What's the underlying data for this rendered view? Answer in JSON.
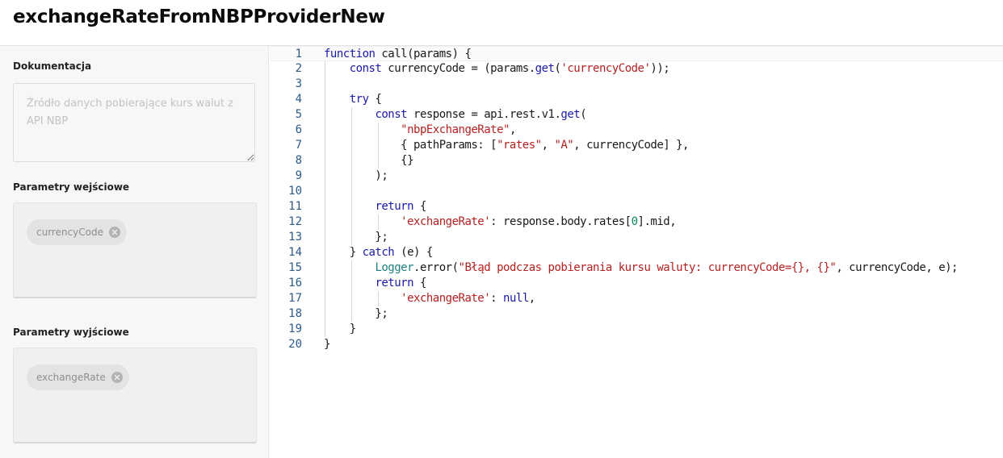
{
  "page": {
    "title": "exchangeRateFromNBPProviderNew"
  },
  "sidebar": {
    "documentation": {
      "label": "Dokumentacja",
      "placeholder": "Źródło danych pobierające kurs walut z API NBP",
      "value": ""
    },
    "inputs": {
      "label": "Parametry wejściowe",
      "chips": [
        "currencyCode"
      ]
    },
    "outputs": {
      "label": "Parametry wyjściowe",
      "chips": [
        "exchangeRate"
      ]
    }
  },
  "editor": {
    "language": "javascript",
    "line_numbers": [
      "1",
      "2",
      "3",
      "4",
      "5",
      "6",
      "7",
      "8",
      "9",
      "10",
      "11",
      "12",
      "13",
      "14",
      "15",
      "16",
      "17",
      "18",
      "19",
      "20"
    ],
    "lines": [
      "function call(params) {",
      "    const currencyCode = (params.get('currencyCode'));",
      "",
      "    try {",
      "        const response = api.rest.v1.get(",
      "            \"nbpExchangeRate\",",
      "            { pathParams: [\"rates\", \"A\", currencyCode] },",
      "            {}",
      "        );",
      "",
      "        return {",
      "            'exchangeRate': response.body.rates[0].mid,",
      "        };",
      "    } catch (e) {",
      "        Logger.error(\"Błąd podczas pobierania kursu waluty: currencyCode={}, {}\", currencyCode, e);",
      "        return {",
      "            'exchangeRate': null,",
      "        };",
      "    }",
      "}"
    ]
  },
  "colors": {
    "keyword": "#1a1aa6",
    "string": "#b22222",
    "number": "#098658",
    "class": "#208080",
    "line_number": "#2c5a8a"
  }
}
